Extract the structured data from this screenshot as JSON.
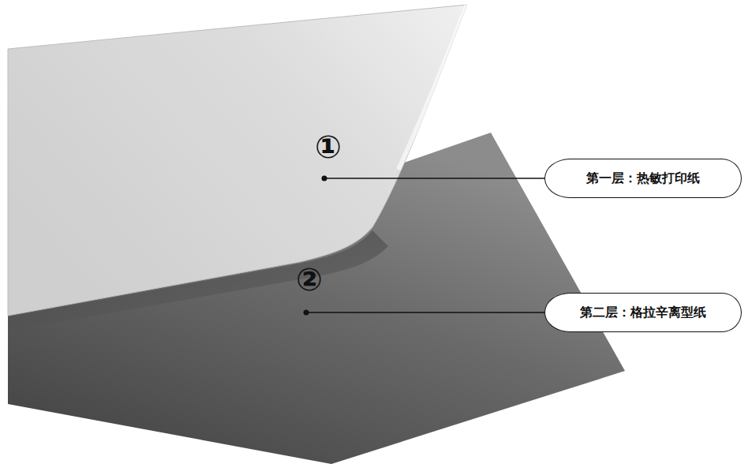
{
  "diagram": {
    "nodes": [
      {
        "text": [
          "第一层：热敏打印纸"
        ]
      },
      {
        "text": [
          "第二层：格拉辛离型纸"
        ]
      }
    ],
    "labels": [
      "①",
      "②"
    ]
  }
}
